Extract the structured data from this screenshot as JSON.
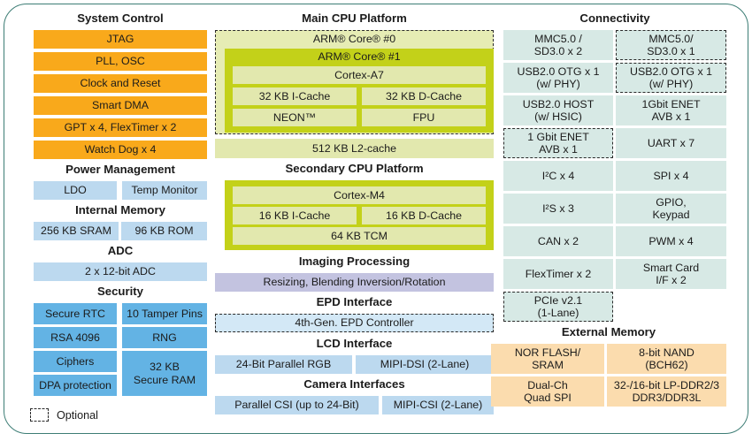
{
  "legend": {
    "label": "Optional",
    "swatch": "optional-dashed-swatch"
  },
  "colors": {
    "chip_border": "#3d7d75",
    "system_control": "#f9a91b",
    "light_blue": "#bcd9ef",
    "security_blue": "#63b3e4",
    "connectivity_teal": "#d7e9e5",
    "external_memory_peach": "#fbdcae",
    "cpu_green": "#c3d119",
    "cpu_pale_green": "#e2e8ae",
    "imaging_lavender": "#c3c3e0",
    "epd_blue": "#d3e8f6"
  },
  "left_column": {
    "system_control": {
      "title": "System Control",
      "items": [
        "JTAG",
        "PLL, OSC",
        "Clock and Reset",
        "Smart DMA",
        "GPT x 4, FlexTimer x 2",
        "Watch Dog x 4"
      ]
    },
    "power_management": {
      "title": "Power Management",
      "items": [
        "LDO",
        "Temp Monitor"
      ]
    },
    "internal_memory": {
      "title": "Internal Memory",
      "items": [
        "256 KB SRAM",
        "96 KB ROM"
      ]
    },
    "adc": {
      "title": "ADC",
      "items": [
        "2 x 12-bit ADC"
      ]
    },
    "security": {
      "title": "Security",
      "left_items": [
        "Secure RTC",
        "RSA 4096",
        "Ciphers",
        "DPA protection"
      ],
      "right_items": [
        "10 Tamper Pins",
        "RNG"
      ],
      "tall_item": "32 KB\nSecure RAM",
      "tall_item_line1": "32 KB",
      "tall_item_line2": "Secure RAM"
    }
  },
  "middle_column": {
    "main_cpu": {
      "title": "Main CPU Platform",
      "core0": "ARM® Core® #0",
      "core0_optional": true,
      "core1": "ARM® Core® #1",
      "cortex": "Cortex-A7",
      "icache": "32 KB I-Cache",
      "dcache": "32 KB D-Cache",
      "neon": "NEON™",
      "fpu": "FPU",
      "l2cache": "512 KB L2-cache"
    },
    "secondary_cpu": {
      "title": "Secondary CPU Platform",
      "cortex": "Cortex-M4",
      "icache": "16 KB I-Cache",
      "dcache": "16 KB D-Cache",
      "tcm": "64 KB TCM"
    },
    "imaging": {
      "title": "Imaging Processing",
      "item": "Resizing, Blending Inversion/Rotation"
    },
    "epd": {
      "title": "EPD Interface",
      "item": "4th-Gen. EPD Controller",
      "optional": true
    },
    "lcd": {
      "title": "LCD Interface",
      "items": [
        "24-Bit Parallel RGB",
        "MIPI-DSI (2-Lane)"
      ]
    },
    "camera": {
      "title": "Camera Interfaces",
      "items": [
        "Parallel CSI (up to 24-Bit)",
        "MIPI-CSI (2-Lane)"
      ]
    }
  },
  "right_column": {
    "connectivity": {
      "title": "Connectivity",
      "rows": [
        {
          "left": {
            "line1": "MMC5.0 /",
            "line2": "SD3.0 x 2",
            "optional": false
          },
          "right": {
            "line1": "MMC5.0/",
            "line2": "SD3.0 x 1",
            "optional": true
          }
        },
        {
          "left": {
            "line1": "USB2.0 OTG x 1",
            "line2": "(w/ PHY)",
            "optional": false
          },
          "right": {
            "line1": "USB2.0 OTG x 1",
            "line2": "(w/ PHY)",
            "optional": true
          }
        },
        {
          "left": {
            "line1": "USB2.0 HOST",
            "line2": "(w/ HSIC)",
            "optional": false
          },
          "right": {
            "line1": "1Gbit ENET",
            "line2": "AVB x 1",
            "optional": false
          }
        },
        {
          "left": {
            "line1": "1 Gbit ENET",
            "line2": "AVB x 1",
            "optional": true
          },
          "right": {
            "line1": "UART x 7",
            "line2": "",
            "optional": false
          }
        },
        {
          "left": {
            "line1": "I²C x 4",
            "line2": "",
            "optional": false
          },
          "right": {
            "line1": "SPI x 4",
            "line2": "",
            "optional": false
          }
        },
        {
          "left": {
            "line1": "I²S x 3",
            "line2": "",
            "optional": false
          },
          "right": {
            "line1": "GPIO,",
            "line2": "Keypad",
            "optional": false
          }
        },
        {
          "left": {
            "line1": "CAN x 2",
            "line2": "",
            "optional": false
          },
          "right": {
            "line1": "PWM x 4",
            "line2": "",
            "optional": false
          }
        },
        {
          "left": {
            "line1": "FlexTimer x 2",
            "line2": "",
            "optional": false
          },
          "right": {
            "line1": "Smart Card",
            "line2": "I/F x 2",
            "optional": false
          }
        },
        {
          "left": {
            "line1": "PCIe v2.1",
            "line2": "(1-Lane)",
            "optional": true
          },
          "right": null
        }
      ]
    },
    "external_memory": {
      "title": "External Memory",
      "rows": [
        {
          "left": {
            "line1": "NOR FLASH/",
            "line2": "SRAM"
          },
          "right": {
            "line1": "8-bit NAND",
            "line2": "(BCH62)"
          }
        },
        {
          "left": {
            "line1": "Dual-Ch",
            "line2": "Quad SPI"
          },
          "right": {
            "line1": "32-/16-bit LP-DDR2/3",
            "line2": "DDR3/DDR3L"
          }
        }
      ]
    }
  }
}
